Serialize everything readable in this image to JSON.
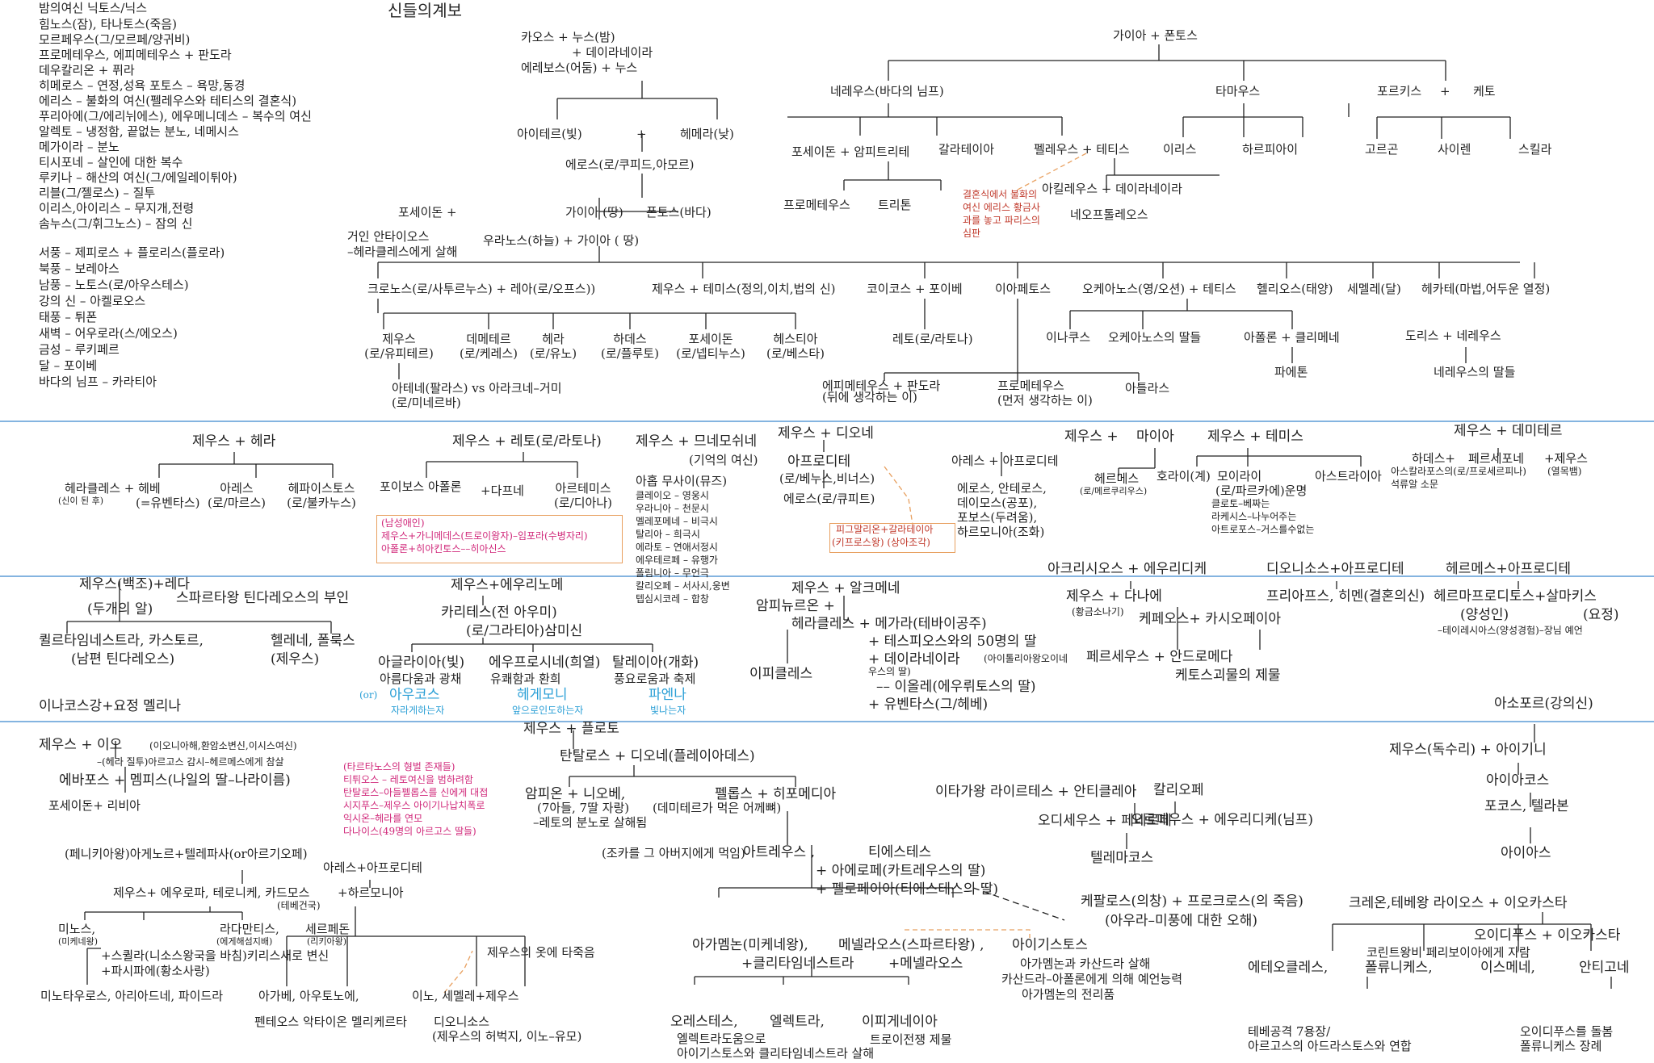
{
  "title": "신들의계보",
  "notes": {
    "left_top": [
      "밤의여신 닉토스/닉스",
      "힘노스(잠), 타나토스(죽음)",
      "모르페우스(그/모르페/양귀비)",
      "프로메테우스, 에피메테우스 + 판도라",
      "데우칼리온 + 퓌라",
      "히메로스 – 연정,성욕  포토스 – 욕망,동경",
      "에리스 – 불화의 여신(펠레우스와 테티스의 결혼식)",
      "푸리아에(그/에리뉘에스), 에우메니데스 – 복수의 여신",
      "알렉토 – 냉정함, 끝없는 분노, 네메시스",
      "메가이라  – 분노",
      "티시포네 – 살인에 대한 복수",
      "루키나 – 해산의 여신(그/에일레이튀아)",
      "리블(그/젤로스) – 질투",
      "이리스,아이리스 – 무지개,전령",
      "솜누스(그/휘그노스) – 잠의 신"
    ],
    "left_winds": [
      "서풍 – 제피로스 + 플로리스(플로라)",
      "북풍 – 보레아스",
      "남풍 – 노토스(로/아우스테스)",
      "강의 신 – 아켈로오스",
      "태풍 – 튀폰",
      "새벽 – 어우로라(스/에오스)",
      "금성 – 루키페르",
      "달 – 포이베",
      "바다의 님프 – 카라티아"
    ]
  },
  "top": {
    "chaos": [
      "카오스 + 누스(밤)",
      "+ 데이라네이라",
      "에레보스(어둠) + 누스"
    ],
    "aither": "아이테르(빛)",
    "plus": "+",
    "hemera": "헤메라(낮)",
    "eros": "에로스(로/쿠피드,아모르)",
    "gaia1": "가이아 (땅)",
    "pontos1": "폰토스(바다)",
    "poseidon_plus": "포세이돈 +",
    "antaios": [
      "거인 안타이오스",
      "–헤라클레스에게 살해"
    ],
    "ouranos": "우라노스(하늘) + 가이아 ( 땅)",
    "gaia_pontos": "가이아 + 폰토스",
    "nereus": "네레우스(바다의 님프)",
    "thaumas": "타마우스",
    "phorkys": "포르키스",
    "keto": "케토",
    "poseidon_amphi": "포세이돈 + 암피트리테",
    "galateia": "갈라테이아",
    "peleus": "펠레우스 + 테티스",
    "iris": "이리스",
    "harpy": "하르피아이",
    "gorgon": "고르곤",
    "siren": "사이렌",
    "skylla": "스킬라",
    "proteus": "프로메테우스",
    "triton": "트리톤",
    "achilles": "아킬레우스 + 데이라네이라",
    "neoptolemos": "네오프톨레오스",
    "eris_note": [
      "결혼식에서  불화의",
      "여신 에리스  황금사",
      "과를 놓고 파리스의",
      "심판"
    ],
    "titans": {
      "kronos": "크로노스(로/사투르누스) + 레아(로/오프스))",
      "zeus_themis": "제우스 + 테미스(정의,이치,법의 신)",
      "koios": "코이코스 + 포이베",
      "iapetos": "이아페토스",
      "okeanos": "오케아노스(영/오션) + 테티스",
      "helios": "헬리오스(태양)",
      "selene": "세멜레(달)",
      "hekate": "헤카테(마법,어두운 열정)"
    },
    "olympians": [
      {
        "n": "제우스",
        "s": "(로/유피테르)"
      },
      {
        "n": "데메테르",
        "s": "(로/케레스)"
      },
      {
        "n": "헤라",
        "s": "(로/유노)"
      },
      {
        "n": "하데스",
        "s": "(로/플루토)"
      },
      {
        "n": "포세이돈",
        "s": "(로/넵티누스)"
      },
      {
        "n": "헤스티아",
        "s": "(로/베스타)"
      }
    ],
    "leto": "레토(로/라토나)",
    "inachos": "이나쿠스",
    "okeanides": "오케아노스의 딸들",
    "apollon_klymene": "아폴론 + 클리메네",
    "phaethon": "파에톤",
    "doris": "도리스 + 네레우스",
    "nereides": "네레우스의 딸들",
    "athena": [
      "아테네(팔라스)  vs 아라크네–거미",
      "(로/미네르바)"
    ],
    "epimetheus": [
      "에피메테우스 + 판도라",
      "(뒤에 생각하는 이)"
    ],
    "prometheus": [
      "프로메테우스",
      "(먼저 생각하는 이)"
    ],
    "atlas": "아틀라스"
  },
  "middle": {
    "zeus_hera": "제우스 + 헤라",
    "herakles_hebe": [
      "헤라클레스 + 헤베",
      "(신이 된 후)",
      "(=유벤타스)"
    ],
    "ares": [
      "아레스",
      "(로/마르스)"
    ],
    "hephaistos": [
      "헤파이스토스",
      "(로/불카누스)"
    ],
    "zeus_leto": "제우스 + 레토(로/라토나)",
    "phoibos": "포이보스 아폴론",
    "daphne": "+다프네",
    "artemis": [
      "아르테미스",
      "(로/디아나)"
    ],
    "pink_box": [
      "(남성애인)",
      "제우스+가니메데스(트로이왕자)–임포라(수병자리)",
      "아폴론+히아킨토스––히아신스"
    ],
    "zeus_mnemosyne": "제우스 + 므네모쉬네",
    "mnemo_sub": "(기억의 여신)",
    "muses": [
      "아홉 무사이(뮤즈)",
      "클레이오 – 영웅시",
      "우라니아 – 천문시",
      "멜레포메네 – 비극시",
      "탈리아 – 희극시",
      "에라토 – 연애서정시",
      "에우테르페 – 유행가",
      "폴림니아 – 무언극",
      "칼리오페 – 서사시,웅변",
      "텝심시코레 – 합창"
    ],
    "zeus_dione": "제우스 + 디오네",
    "aphrodite": [
      "아프로디테",
      "(로/베누스,비너스)"
    ],
    "eros2": "에로스(로/큐피트)",
    "pygmalion": [
      "피그말리온+갈라테이아",
      "(키프로스왕)    (상아조각)"
    ],
    "ares_aphrodite": "아레스 + 아프로디테",
    "eros_list": [
      "에로스, 안테로스,",
      "데이모스(공포),",
      "포보스(두려움),",
      "하르모니아(조화)"
    ],
    "zeus_maia": "제우스 +",
    "maia": "마이아",
    "hermes": [
      "헤르메스",
      "(로/메르쿠리우스)"
    ],
    "zeus_themis2": "제우스 + 테미스",
    "horai": "호라이(계)",
    "moirai": [
      "모이라이",
      "(로/파르카에)운명",
      "클로토–베짜는",
      "라케시스–나누어주는",
      "아트로포스–거스를수없는"
    ],
    "astraia": "아스트라이아",
    "zeus_demeter": "제우스 + 데미테르",
    "hades_plus": "하데스+",
    "persephone": [
      "페르세포네",
      "아스칼라포스의(로/프로세르피나)",
      "석류알 소문"
    ],
    "zeus_plus": [
      "+제우스",
      "(열목뱀)"
    ]
  },
  "lower_mid": {
    "zeus_leda": "제우스(백조)+레다",
    "egg": "(두개의 알)",
    "sparta": "스파르타왕 틴다레오스의 부인",
    "klytaim": [
      "퀼르타임네스트라, 카스토르,",
      "(남편 틴다레오스)"
    ],
    "helene": [
      "헬레네, 폴룩스",
      "(제우스)"
    ],
    "zeus_eurynome": "제우스+에우리노메",
    "charites": [
      "카리테스(전 아우미)",
      "(로/그라티아)삼미신"
    ],
    "aglaia": [
      "아글라이아(빛)",
      "아름다움과 광채"
    ],
    "euphrosyne": [
      "에우프로시네(희열)",
      "유쾌함과 환희"
    ],
    "thalia": [
      "탈레이아(개화)",
      "풍요로움과 축제"
    ],
    "or": "(or)",
    "auxo": [
      "아우코스",
      "자라게하는자"
    ],
    "hegemone": [
      "헤게모니",
      "앞으로인도하는자"
    ],
    "phaenna": [
      "파엔나",
      "빛나는자"
    ],
    "zeus_alkmene": "제우스 + 알크메네",
    "amphitryon": "암피뉴르온 +",
    "herakles_list": [
      "헤라클레스 + 메가라(테바이공주)",
      "+ 테스피오스와의 50명의 딸",
      "+ 데이라네이라",
      "–– 이올레(에우뤼토스의 딸)",
      "+ 유벤타스(그/헤베)"
    ],
    "herakles_note": [
      "(아이톨리아왕오이네",
      "우스의 딸)"
    ],
    "iphikles": "이피클레스",
    "akrisios": "아크리시오스 + 에우리디케",
    "zeus_danae": "제우스 + 다나에",
    "golden_rain": "(황금소나기)",
    "kepheus": "케페오스+ 카시오페이아",
    "perseus": "페르세우스 + 안드로메다",
    "ketos": "케토스괴물의 제물",
    "dionysos": "디오니소스+아프로디테",
    "priapos": "프리아프스, 히멘(결혼의신)",
    "hermes_aph": "헤르메스+아프로디테",
    "hermaphr": "헤르마프로디토스+살마키스",
    "hermaphr_sub": [
      "(양성인)",
      "(요정)"
    ],
    "teiresias": "–테이레시아스(양성경험)–장님 예언"
  },
  "bottom": {
    "inachos": "이나코스강+요정 멜리나",
    "zeus_io": "제우스 + 이오",
    "io_note": "(이오니아해,환암소변신,이시스여신)",
    "io_note2": "–(헤라 질투)아르고스 감시–헤르메스에게 참살",
    "epaphos": "에바포스  + 멤피스(나일의 딸–나라이름)",
    "poseidon_libya": "포세이돈+  리비아",
    "pink_list": [
      "(타르타노스의 형벌 존재들)",
      "티튀오스 – 레토여신을 범하려함",
      "탄탈로스–아들펠롭스를 신에게 대접",
      "시지푸스–제우스 아이기나납치폭로",
      "익시온–헤라를 연모",
      "다나이스(49명의 아르고스 딸들)"
    ],
    "zeus_plouto": "제우스 + 플로토",
    "tantalos": "탄탈로스 + 디오네(플레이아데스)",
    "amphion": [
      "암피온 + 니오베,",
      "(7아들, 7딸 자랑)",
      "–레토의 분노로 살해됨"
    ],
    "pelops": "펠롭스 + 히포메디아",
    "pelops_note": "(데미테르가 먹은 어께뼈)",
    "atreus_pre": "(조카를 그 아버지에게 먹임)",
    "atreus": "아트레우스 ,",
    "thyestes": "티에스테스",
    "aerope": [
      "+ 아에로페(카트레우스의 딸)",
      "+ 펠로페이아(티에스테스의 딸)"
    ],
    "phoenicia": "(페니키아왕)아게노르+텔레파사(or아르기오페)",
    "ares_aph2": "아레스+아프로디테",
    "europa": "제우스+ 에우로파, 테로니케, 카드모스",
    "thebes": "(테베건국)",
    "harmonia": "+하르모니아",
    "minos": [
      "미노스,",
      "(미케네왕)"
    ],
    "rhadamanthys": [
      "라다만티스,",
      "(에게해섬지배)"
    ],
    "sarpedon": [
      "세르페돈",
      "(리키아왕)"
    ],
    "pasiphae": "+스퀼라(니소스왕국을 바침)키리스새로 변신",
    "pasiphae2": "+파시파에(황소사랑)",
    "minotaur": "미노타우로스, 아리아드네, 파이드라",
    "agave": "아가베, 아우토노에,",
    "ino": "이노, 세멜레+제우스",
    "pentheus": "펜테오스  악타이온 멜리케르타",
    "dionysos2": [
      "디오니소스",
      "(제우스의 허벅지, 이노–유모)"
    ],
    "zeus_clothes": "제우스의 옷에 타죽음",
    "agamemnon": "아가멤논(미케네왕),",
    "menelaos": "메넬라오스(스파르타왕) ,",
    "aigisthos": "아이기스토스",
    "klytaim2": "+클리타임네스트라",
    "menelaos2": "+메넬라오스",
    "aigisthos_note": [
      "아가멤논과 카산드라 살해",
      "카산드라–아폴론에게 의해 예언능력",
      "아가멤논의 전리품"
    ],
    "orestes": "오레스테스,",
    "elektra": "엘렉트라,",
    "iphigeneia": "이피게네이아",
    "orestes_note": [
      "엘렉트라도움으로",
      "아이기스토스와 클리타임네스트라 살해"
    ],
    "troy": "트로이전쟁 제물",
    "ithaka": "이타가왕 라이르테스 + 안티클레아",
    "odysseus": "오디세우스 + 페네로페",
    "telemachos": "텔레마코스",
    "kalliope": "칼리오페",
    "orpheus": "오르페우스 + 에우리디케(님프)",
    "asopos": "아소포르(강의신)",
    "zeus_aegina": "제우스(독수리) + 아이기니",
    "aiakos": "아이아코스",
    "peleus2": "포코스, 텔라본",
    "aias": "아이아스",
    "kephalos": "케팔로스(의창) + 프로크로스(의 죽음)",
    "kephalos_note": "(아우라–미풍에 대한 오해)",
    "kreon": "크레온,테베왕 라이오스 + 이오카스타",
    "oidipous": "오이디푸스 + 이오카스타",
    "corinth": "코린트왕비 페리보이아에게 자람",
    "eteokles": "에테오클레스,",
    "polyneikes": "폴류니케스,",
    "ismene": "이스메네,",
    "antigone": "안티고네",
    "seven": [
      "테베공격 7용장/",
      "아르고스의 아드라스토스와 연합"
    ],
    "antigone_note": [
      "오이디푸스를 돌봄",
      "폴류니케스 장례"
    ]
  },
  "colors": {
    "divider": "#5b9bd5",
    "accent_red": "#c0392b",
    "accent_pink": "#d0287a",
    "accent_blue": "#2a9fd6",
    "dashed": "#e8a060"
  }
}
